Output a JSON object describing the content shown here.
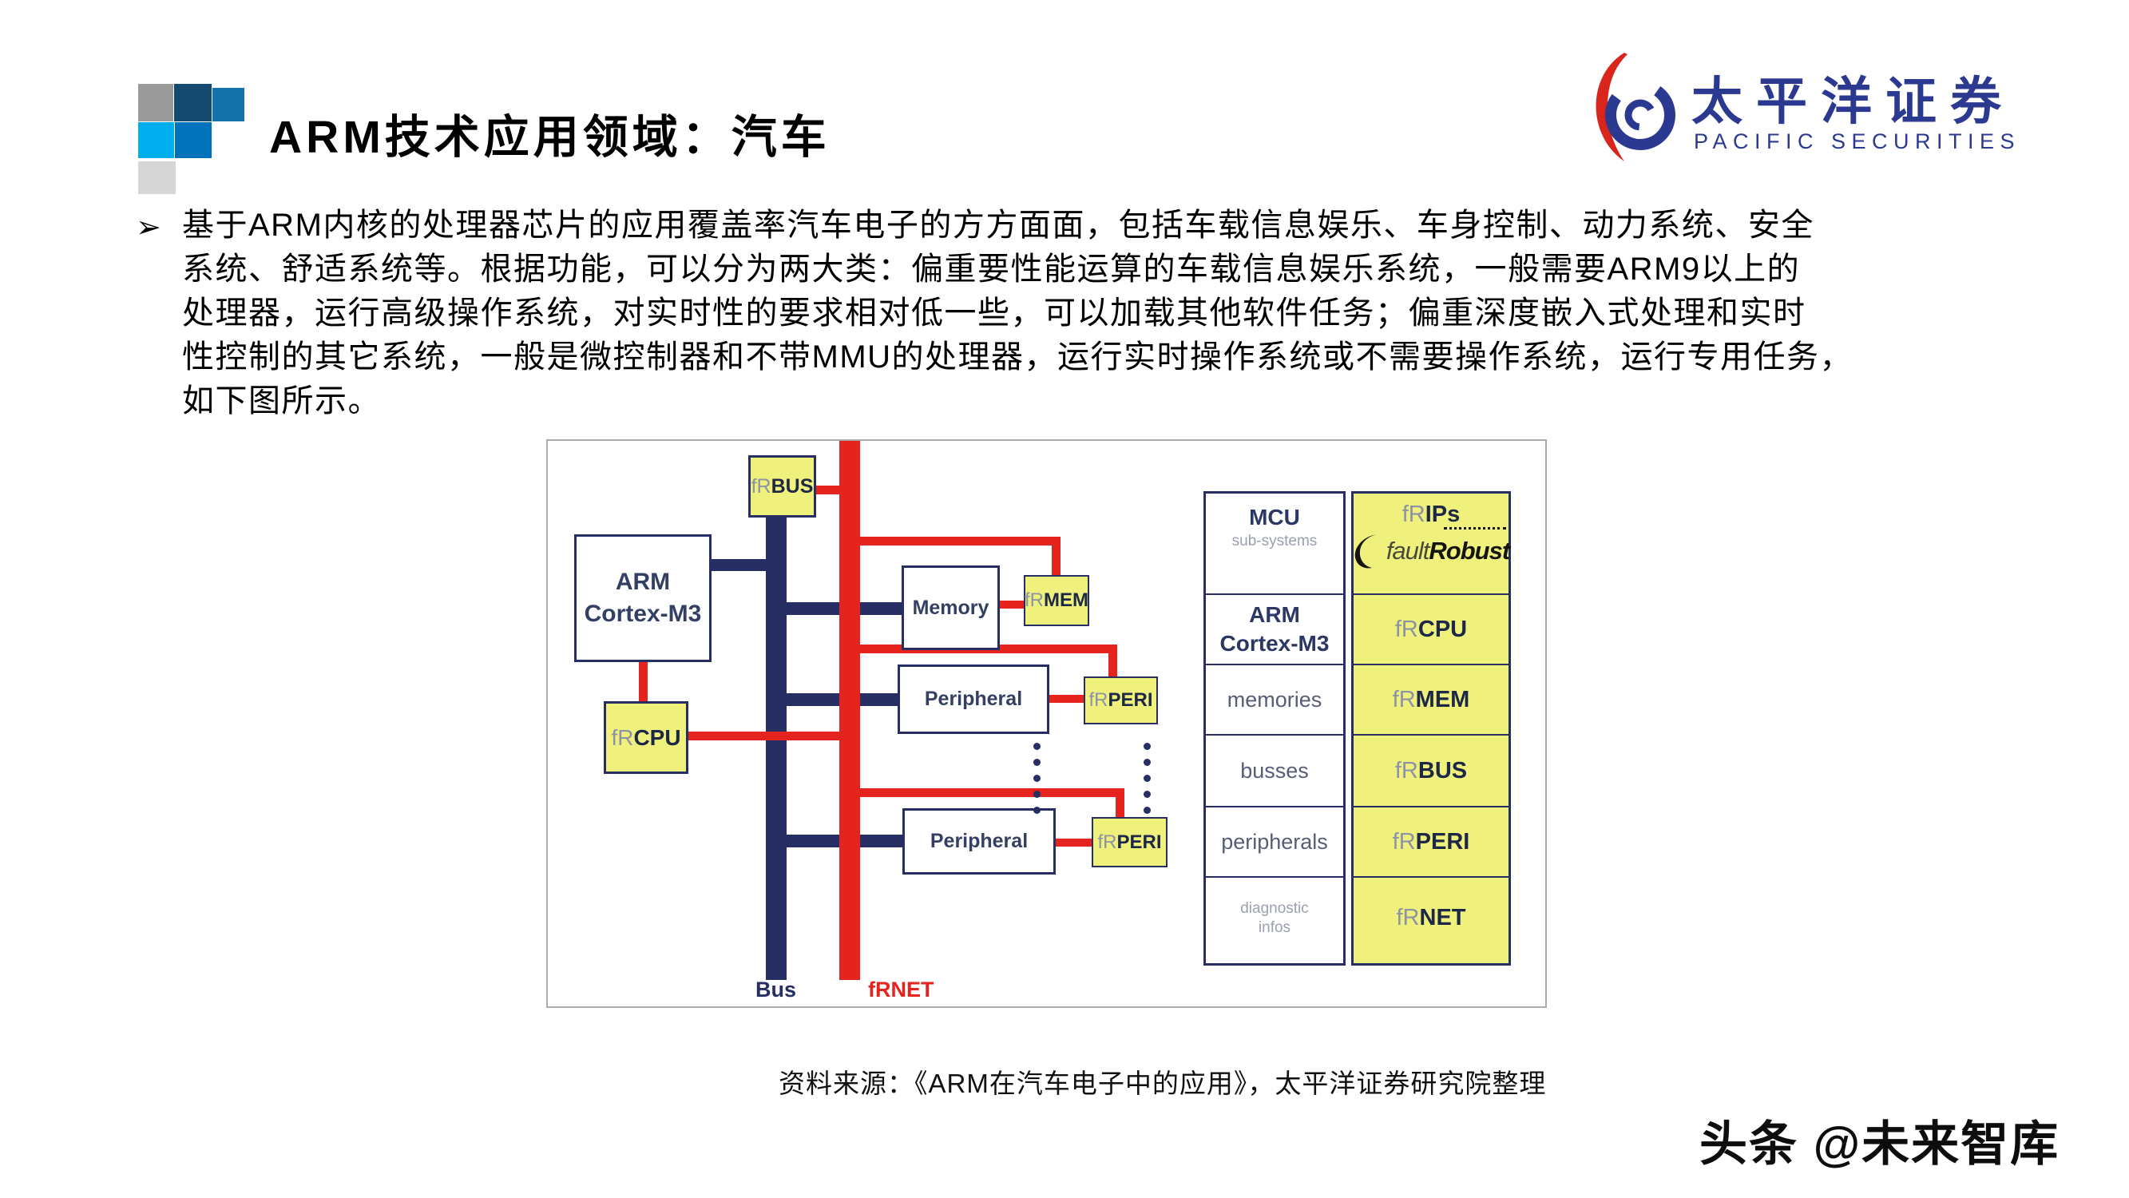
{
  "header": {
    "title": "ARM技术应用领域：汽车"
  },
  "logo": {
    "cn": "太平洋证券",
    "en": "PACIFIC SECURITIES"
  },
  "bullet": {
    "marker": "➢",
    "text": "基于ARM内核的处理器芯片的应用覆盖率汽车电子的方方面面，包括车载信息娱乐、车身控制、动力系统、安全\n系统、舒适系统等。根据功能，可以分为两大类：偏重要性能运算的车载信息娱乐系统，一般需要ARM9以上的\n处理器，运行高级操作系统，对实时性的要求相对低一些，可以加载其他软件任务；偏重深度嵌入式处理和实时\n性控制的其它系统，一般是微控制器和不带MMU的处理器，运行实时操作系统或不需要操作系统，运行专用任务，\n如下图所示。"
  },
  "figure": {
    "blocks": {
      "arm": "ARM\nCortex-M3",
      "memory": "Memory",
      "peripheral1": "Peripheral",
      "peripheral2": "Peripheral"
    },
    "chips": {
      "frbus": {
        "prefix": "fR",
        "label": "BUS"
      },
      "frcpu": {
        "prefix": "fR",
        "label": "CPU"
      },
      "frmem": {
        "prefix": "fR",
        "label": "MEM"
      },
      "frperi1": {
        "prefix": "fR",
        "label": "PERI"
      },
      "frperi2": {
        "prefix": "fR",
        "label": "PERI"
      }
    },
    "bus_label": "Bus",
    "frnet_label": "fRNET",
    "table": {
      "rows": [
        {
          "left": "MCU",
          "left_sub": "sub-systems",
          "prefix": "fR",
          "right": "IPs"
        },
        {
          "left": "ARM\nCortex-M3",
          "prefix": "fR",
          "right": "CPU"
        },
        {
          "left": "memories",
          "prefix": "fR",
          "right": "MEM"
        },
        {
          "left": "busses",
          "prefix": "fR",
          "right": "BUS"
        },
        {
          "left": "peripherals",
          "prefix": "fR",
          "right": "PERI"
        },
        {
          "left": "diagnostic\ninfos",
          "prefix": "fR",
          "right": "NET"
        }
      ],
      "fault_logo": {
        "fault": "fault",
        "robust": "Robust"
      }
    }
  },
  "footer": {
    "source": "资料来源：《ARM在汽车电子中的应用》，太平洋证券研究院整理",
    "watermark": "头条 @未来智库"
  },
  "colors": {
    "navy": "#262e63",
    "red": "#e5231f",
    "chip_yellow": "#f0f17d",
    "logo_navy": "#2b3990",
    "logo_red": "#da251c",
    "square_gray": "#9b9b9b",
    "square_dark_blue": "#134a6d",
    "square_mid_blue": "#1473aa",
    "square_cyan": "#00aeef",
    "square_blue": "#0072bc",
    "square_light_gray": "#d6d6d6"
  }
}
